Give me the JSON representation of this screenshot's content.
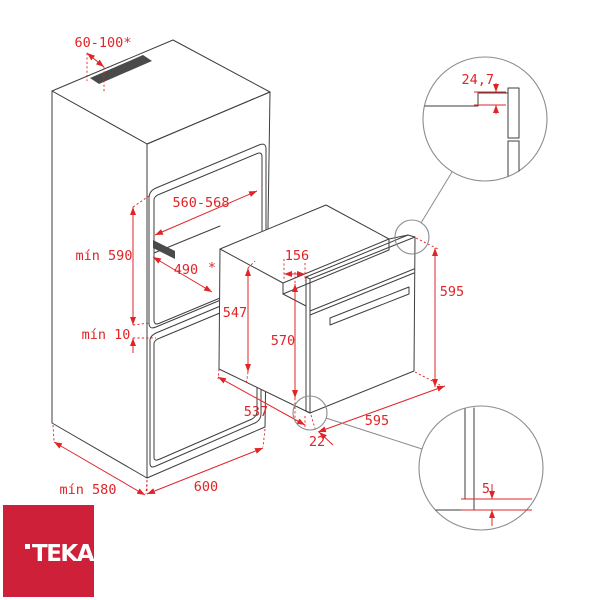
{
  "brand": {
    "logo_text": "TEKA"
  },
  "colors": {
    "line": "#3e3e3e",
    "dimension_red": "#e02428",
    "detail_circle": "#8c8c8c",
    "vent_fill": "#4a4a4a",
    "logo_background": "#ce2139",
    "logo_text": "#ffffff"
  },
  "diagram": {
    "cabinet": {
      "top_vent_range": "60-100*",
      "niche_width": "560-568",
      "niche_min_height": "mín 590",
      "bottom_min_gap": "mín 10",
      "shelf_depth": "490",
      "footnote_mark": "*",
      "min_depth": "mín 580",
      "width": "600"
    },
    "oven": {
      "body_height": "547",
      "door_height": "570",
      "top_recess_depth": "156",
      "front_height": "595",
      "body_depth": "537",
      "front_width": "595",
      "frame_overhang": "22"
    },
    "details": {
      "top_step": "24,7",
      "bottom_gap": "5"
    }
  }
}
